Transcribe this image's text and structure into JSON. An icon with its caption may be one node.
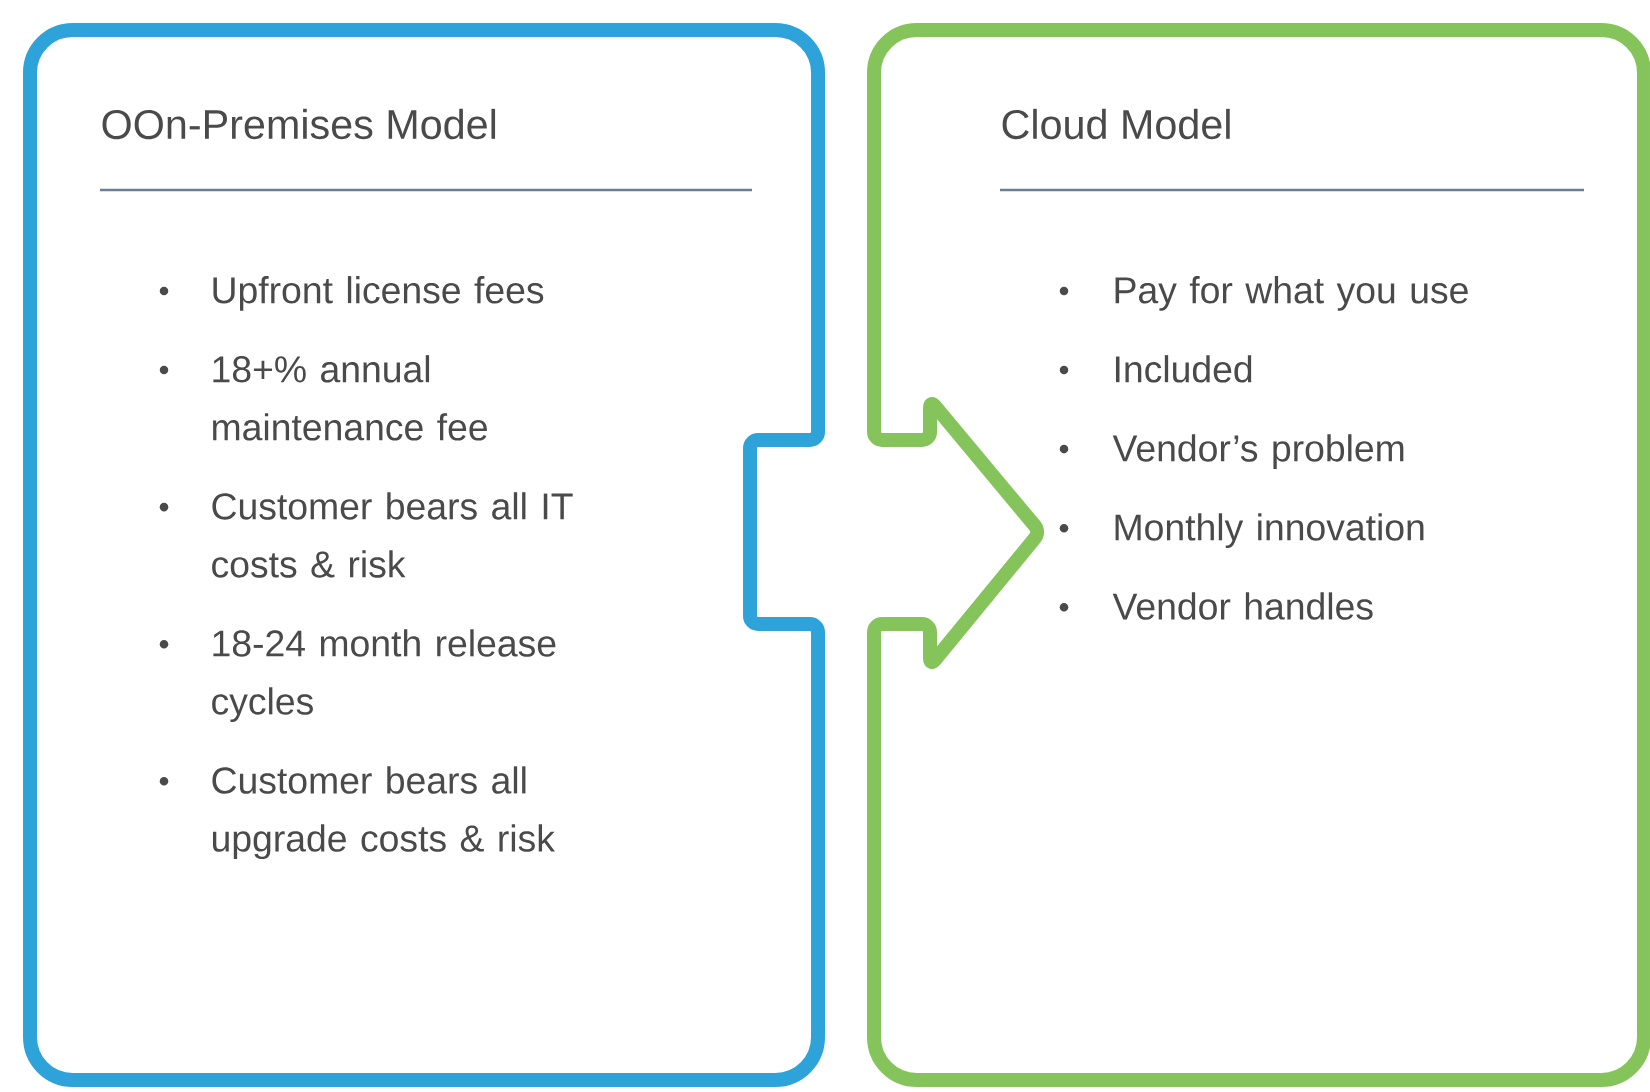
{
  "diagram": {
    "nodes": [
      {
        "text": [
          "OOn-Premises Model",
          "Upfront license fees",
          "18+% annual maintenance fee",
          "Customer bears all IT costs & risk",
          "18-24 month release cycles",
          "Customer bears all upgrade costs & risk"
        ]
      },
      {
        "text": [
          "Cloud Model",
          "Pay for what you use",
          "Included",
          "Vendor’s problem",
          "Monthly innovation",
          "Vendor handles"
        ]
      }
    ]
  }
}
